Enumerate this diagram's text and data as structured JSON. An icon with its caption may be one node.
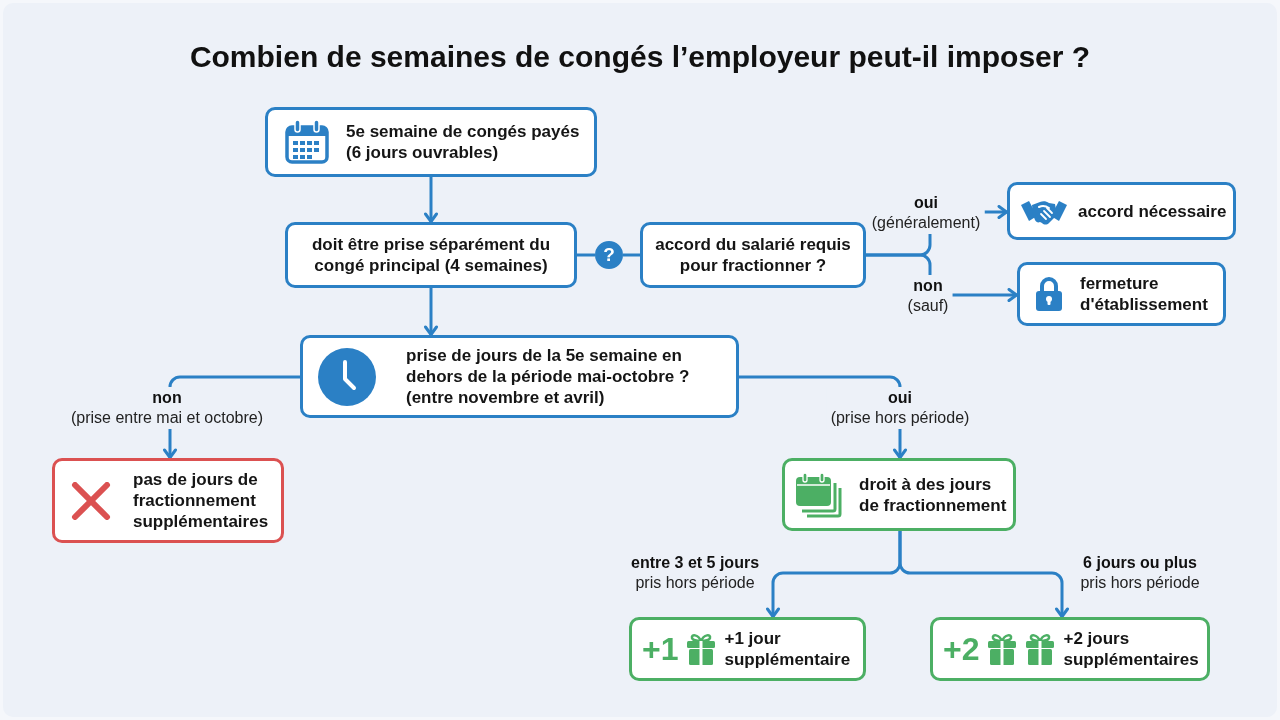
{
  "diagram": {
    "title": "Combien de semaines de congés l’employeur peut-il imposer ?",
    "nodes": [
      {
        "text": [
          "5e semaine de congés payés (6 jours ouvrables)"
        ]
      },
      {
        "text": [
          "doit être prise séparément du congé principal (4 semaines)"
        ]
      },
      {
        "text": [
          "?"
        ]
      },
      {
        "text": [
          "accord du salarié requis pour fractionner ?"
        ]
      },
      {
        "text": [
          "accord nécessaire"
        ]
      },
      {
        "text": [
          "fermeture d'établissement"
        ]
      },
      {
        "text": [
          "prise de jours de la 5e semaine en dehors de la période mai-octobre ?",
          "(entre novembre et avril)"
        ]
      },
      {
        "text": [
          "pas de jours de fractionnement supplémentaires"
        ]
      },
      {
        "text": [
          "droit à des jours de fractionnement"
        ]
      },
      {
        "text": [
          "+1",
          "+1 jour supplémentaire"
        ]
      },
      {
        "text": [
          "+2",
          "+2 jours supplémentaires"
        ]
      }
    ],
    "edges": [
      {
        "from": 0,
        "to": 1,
        "arrow": "to"
      },
      {
        "from": 1,
        "to": 2,
        "arrow": "none"
      },
      {
        "from": 2,
        "to": 3,
        "arrow": "none"
      },
      {
        "from": 3,
        "to": 4,
        "arrow": "to",
        "label": "**oui** (généralement)"
      },
      {
        "from": 3,
        "to": 5,
        "arrow": "to",
        "label": "**non** (sauf)"
      },
      {
        "from": 1,
        "to": 6,
        "arrow": "to"
      },
      {
        "from": 6,
        "to": 7,
        "arrow": "to",
        "label": "**non** (prise entre mai et octobre)"
      },
      {
        "from": 6,
        "to": 8,
        "arrow": "to",
        "label": "**oui** (prise hors période)"
      },
      {
        "from": 8,
        "to": 9,
        "arrow": "to",
        "label": "**entre 3 et 5 jours** pris hors période"
      },
      {
        "from": 8,
        "to": 10,
        "arrow": "to",
        "label": "**6 jours ou plus** pris hors période"
      }
    ]
  }
}
